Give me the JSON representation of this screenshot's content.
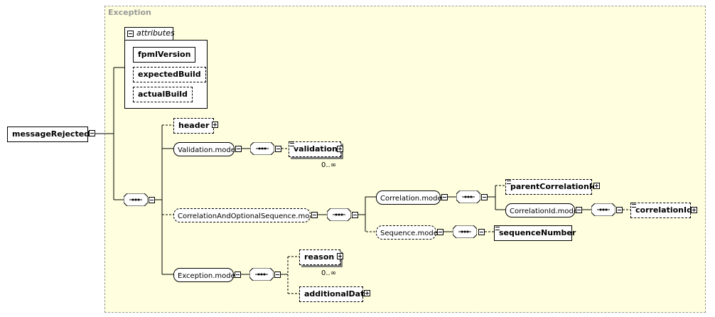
{
  "container_label": "Exception",
  "attributes_label": "attributes",
  "root": "messageRejected",
  "attributes": [
    "fpmlVersion",
    "expectedBuild",
    "actualBuild"
  ],
  "elements": {
    "header": "header",
    "validation_model": "Validation.model",
    "validation": "validation",
    "validation_occ": "0..∞",
    "corr_opt_seq": "CorrelationAndOptionalSequence.mo...",
    "correlation_model": "Correlation.model",
    "parent_correlation_id": "parentCorrelationId",
    "correlation_id_model": "CorrelationId.model",
    "correlation_id": "correlationId",
    "sequence_model": "Sequence.model",
    "sequence_number": "sequenceNumber",
    "exception_model": "Exception.model",
    "reason": "reason",
    "reason_occ": "0..∞",
    "additional_data": "additionalData"
  }
}
